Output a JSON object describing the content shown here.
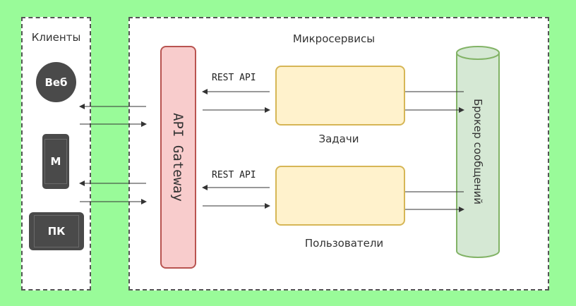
{
  "diagram": {
    "clients_title": "Клиенты",
    "microservices_title": "Микросервисы",
    "clients": [
      {
        "label": "Веб",
        "icon": "web-circle-icon"
      },
      {
        "label": "М",
        "icon": "mobile-phone-icon"
      },
      {
        "label": "ПК",
        "icon": "pc-tablet-icon"
      }
    ],
    "gateway_label": "API Gateway",
    "broker_label": "Брокер сообщений",
    "services": [
      {
        "name": "Задачи",
        "protocol": "REST API"
      },
      {
        "name": "Пользователи",
        "protocol": "REST API"
      }
    ]
  },
  "colors": {
    "background": "#99fb99",
    "gateway_fill": "#f8cccc",
    "gateway_stroke": "#b85450",
    "service_fill": "#fff2cc",
    "service_stroke": "#d6b656",
    "node_fill": "#e1d5e7",
    "node_stroke": "#9673a6",
    "broker_fill": "#d5e8d4",
    "broker_stroke": "#82b366",
    "client_fill": "#4a4a4a"
  }
}
